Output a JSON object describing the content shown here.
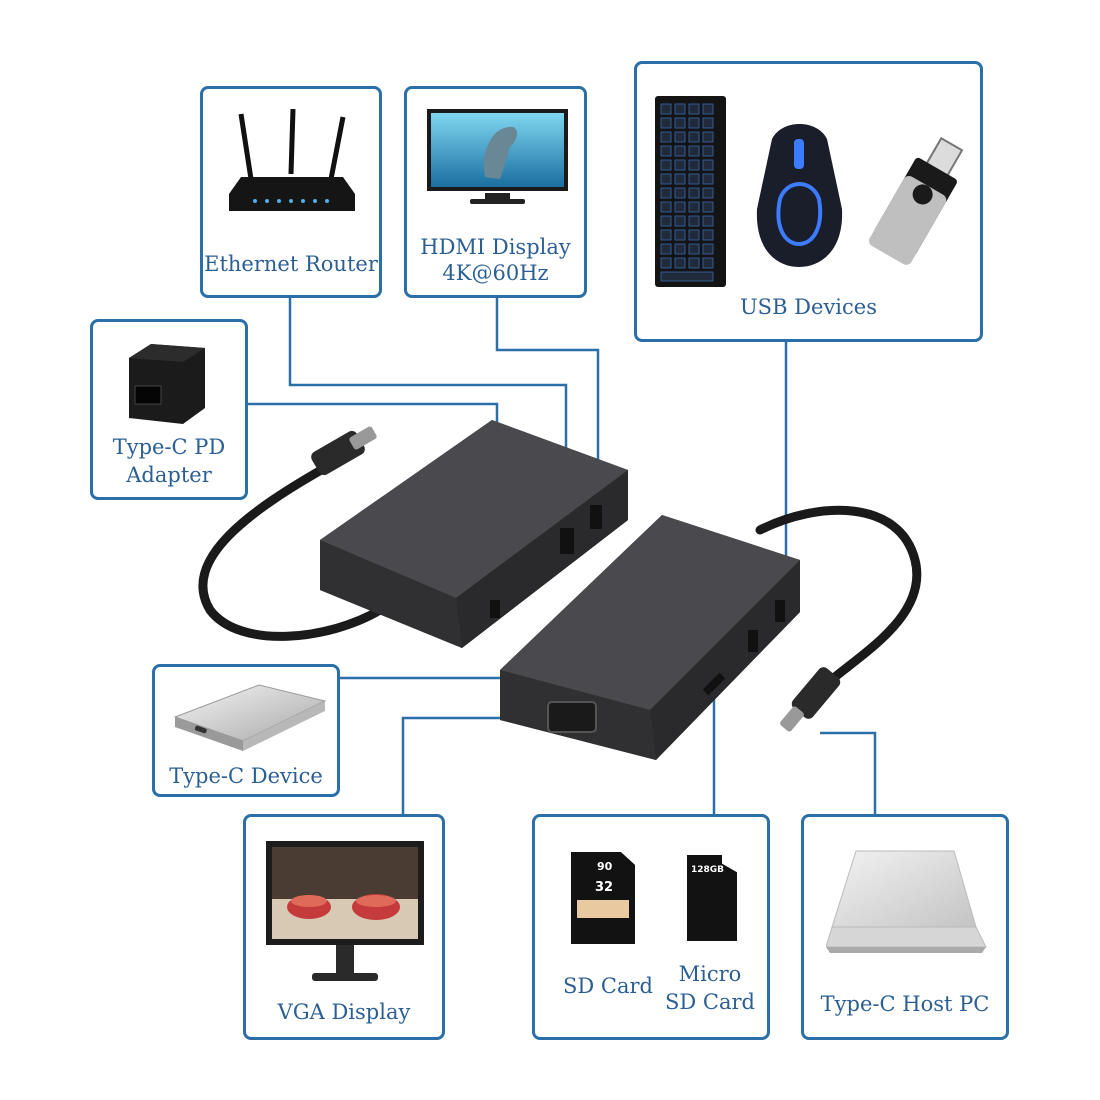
{
  "accent_color": "#2b6fa8",
  "text_color": "#2b5f94",
  "peripherals": {
    "ethernet_router": {
      "label": "Ethernet Router",
      "icon": "router-icon"
    },
    "hdmi_display": {
      "label_line1": "HDMI Display",
      "label_line2": "4K@60Hz",
      "icon": "tv-icon"
    },
    "usb_devices": {
      "label": "USB Devices",
      "icons": [
        "keyboard-icon",
        "mouse-icon",
        "usb-drive-icon"
      ]
    },
    "pd_adapter": {
      "label_line1": "Type-C PD",
      "label_line2": "Adapter",
      "icon": "power-adapter-icon"
    },
    "type_c_device": {
      "label": "Type-C Device",
      "icon": "ssd-icon"
    },
    "vga_display": {
      "label": "VGA Display",
      "icon": "monitor-icon"
    },
    "sd_cards": {
      "sd_label": "SD Card",
      "micro_label_line1": "Micro",
      "micro_label_line2": "SD Card",
      "sd_capacity": "32",
      "sd_speed": "90",
      "micro_capacity": "128GB",
      "icons": [
        "sd-card-icon",
        "micro-sd-card-icon"
      ]
    },
    "host_pc": {
      "label": "Type-C Host PC",
      "icon": "laptop-icon"
    }
  }
}
